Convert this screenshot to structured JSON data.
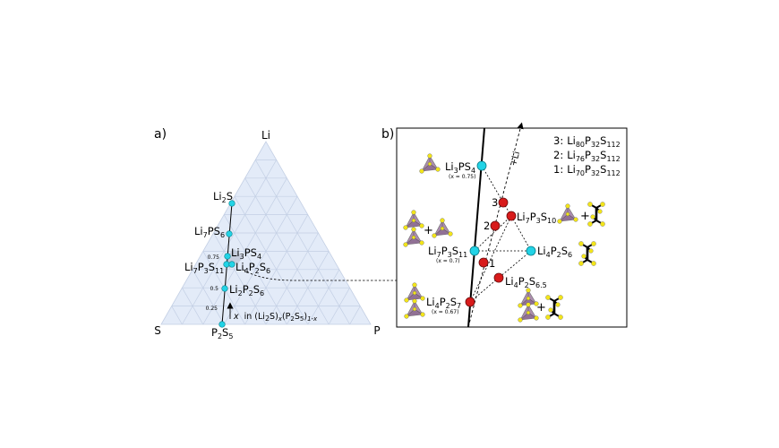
{
  "panel_a": {
    "tag": "a)",
    "vertex_li": "Li",
    "vertex_s": "S",
    "vertex_p": "P",
    "ticks": [
      "0.75",
      "0.5",
      "0.25"
    ],
    "caption_var": "x",
    "caption_in": "in (Li",
    "caption_mid": "S)",
    "caption_x1": "x",
    "caption_p": "(P",
    "caption_s": "S",
    "caption_tail": ")",
    "caption_exp": "1-x",
    "compounds": {
      "li2s": {
        "a": "Li",
        "a_sub": "2",
        "b": "S",
        "b_sub": ""
      },
      "li7ps6": {
        "a": "Li",
        "a_sub": "7",
        "b": "PS",
        "b_sub": "6"
      },
      "li3ps4": {
        "a": "Li",
        "a_sub": "3",
        "b": "PS",
        "b_sub": "4"
      },
      "li7p3s11": {
        "a": "Li",
        "a_sub": "7",
        "b": "P",
        "b_sub": "3",
        "c": "S",
        "c_sub": "11"
      },
      "li4p2s6": {
        "a": "Li",
        "a_sub": "4",
        "b": "P",
        "b_sub": "2",
        "c": "S",
        "c_sub": "6"
      },
      "li2p2s6": {
        "a": "Li",
        "a_sub": "2",
        "b": "P",
        "b_sub": "2",
        "c": "S",
        "c_sub": "6"
      },
      "p2s5": {
        "a": "P",
        "a_sub": "2",
        "b": "S",
        "b_sub": "5"
      }
    }
  },
  "panel_b": {
    "tag": "b)",
    "arrow_label": "+Li",
    "legend": [
      {
        "num": "3:",
        "a": "Li",
        "a_sub": "80",
        "b": "P",
        "b_sub": "32",
        "c": "S",
        "c_sub": "112"
      },
      {
        "num": "2:",
        "a": "Li",
        "a_sub": "76",
        "b": "P",
        "b_sub": "32",
        "c": "S",
        "c_sub": "112"
      },
      {
        "num": "1:",
        "a": "Li",
        "a_sub": "70",
        "b": "P",
        "b_sub": "32",
        "c": "S",
        "c_sub": "112"
      }
    ],
    "points": {
      "li3ps4": {
        "a": "Li",
        "a_sub": "3",
        "b": "PS",
        "b_sub": "4",
        "note": "(x = 0.75)"
      },
      "li7p3s11": {
        "a": "Li",
        "a_sub": "7",
        "b": "P",
        "b_sub": "3",
        "c": "S",
        "c_sub": "11",
        "note": "(x = 0.7)"
      },
      "li4p2s7": {
        "a": "Li",
        "a_sub": "4",
        "b": "P",
        "b_sub": "2",
        "c": "S",
        "c_sub": "7",
        "note": "(x = 0.67)"
      },
      "li7p3s10": {
        "a": "Li",
        "a_sub": "7",
        "b": "P",
        "b_sub": "3",
        "c": "S",
        "c_sub": "10"
      },
      "li4p2s6": {
        "a": "Li",
        "a_sub": "4",
        "b": "P",
        "b_sub": "2",
        "c": "S",
        "c_sub": "6"
      },
      "li4p2s65": {
        "a": "Li",
        "a_sub": "4",
        "b": "P",
        "b_sub": "2",
        "c": "S",
        "c_sub": "6.5"
      }
    },
    "numbers": {
      "n3": "3",
      "n2": "2",
      "n1": "1"
    },
    "plus": "+"
  },
  "colors": {
    "triangle_fill": "#e3ebf8",
    "grid": "#c3cfe4",
    "cyan": "#22d3e6",
    "red": "#d81b1b",
    "struct_s": "#f2e41a",
    "struct_p": "#9e7aa0"
  }
}
